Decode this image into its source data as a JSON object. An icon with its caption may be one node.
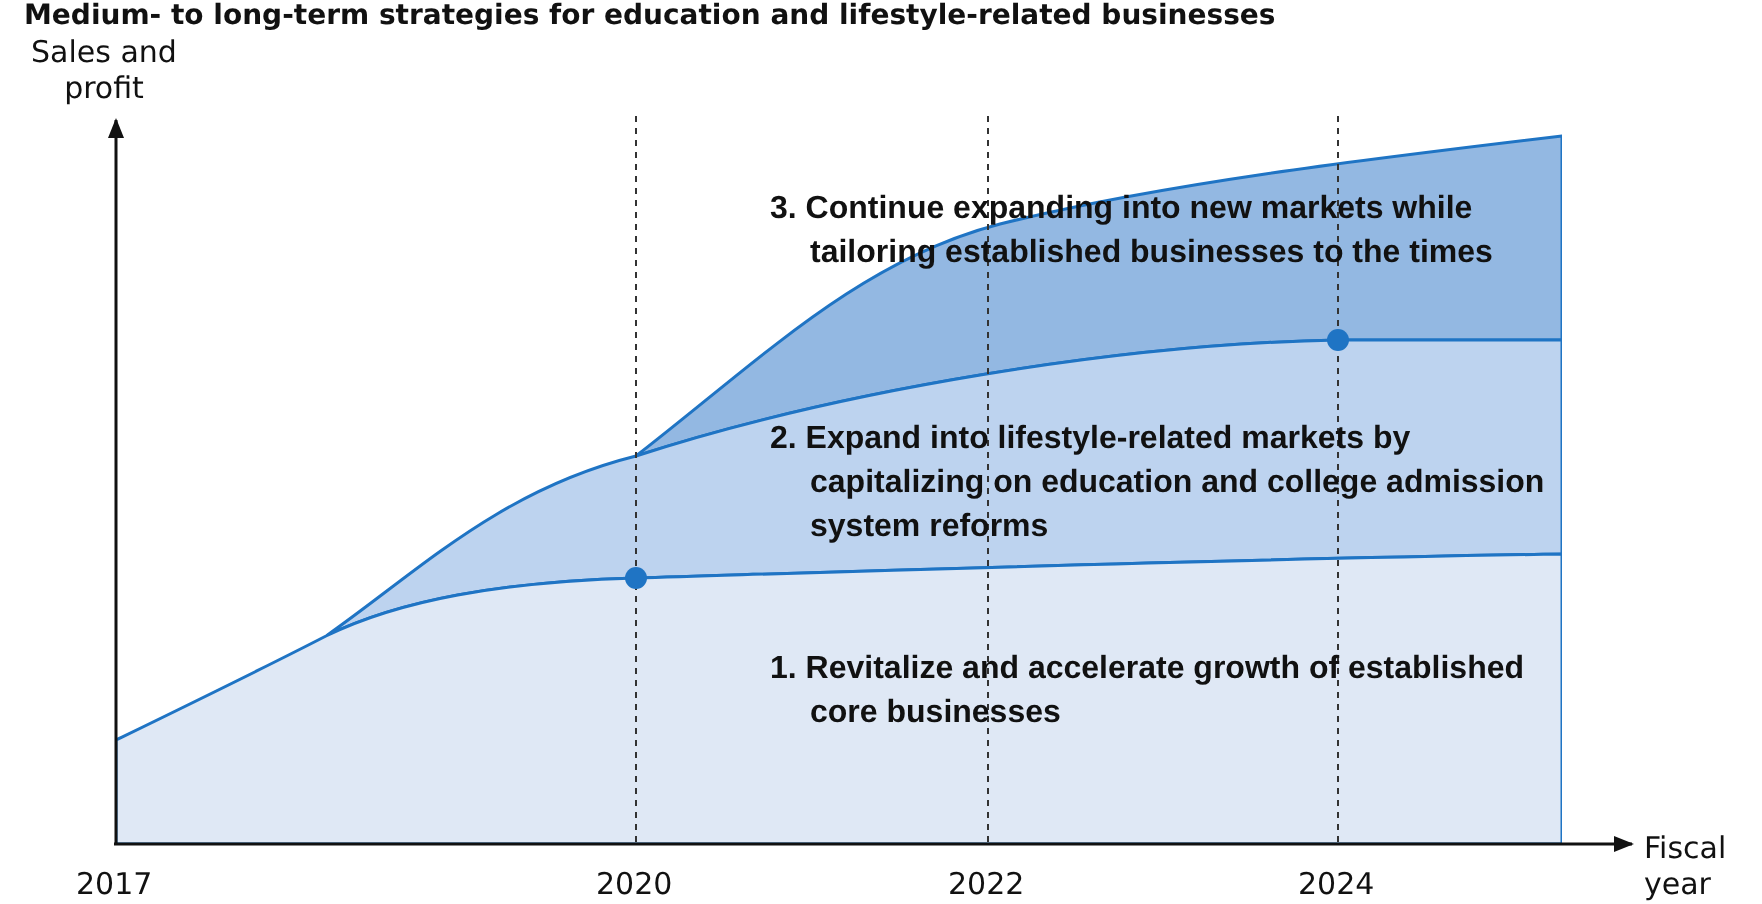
{
  "diagram": {
    "title": "Medium- to long-term strategies for education and lifestyle-related businesses",
    "nodes": [
      {
        "text": [
          "3. Continue expanding into new markets while tailoring established businesses to the times"
        ]
      },
      {
        "text": [
          "2. Expand into lifestyle-related markets by capitalizing on education and college admission system reforms"
        ]
      },
      {
        "text": [
          "1. Revitalize and accelerate growth of established core businesses"
        ]
      }
    ],
    "edges": [],
    "labels": [
      "Sales and profit",
      "Fiscal year",
      "2017",
      "2020",
      "2022",
      "2024"
    ]
  }
}
